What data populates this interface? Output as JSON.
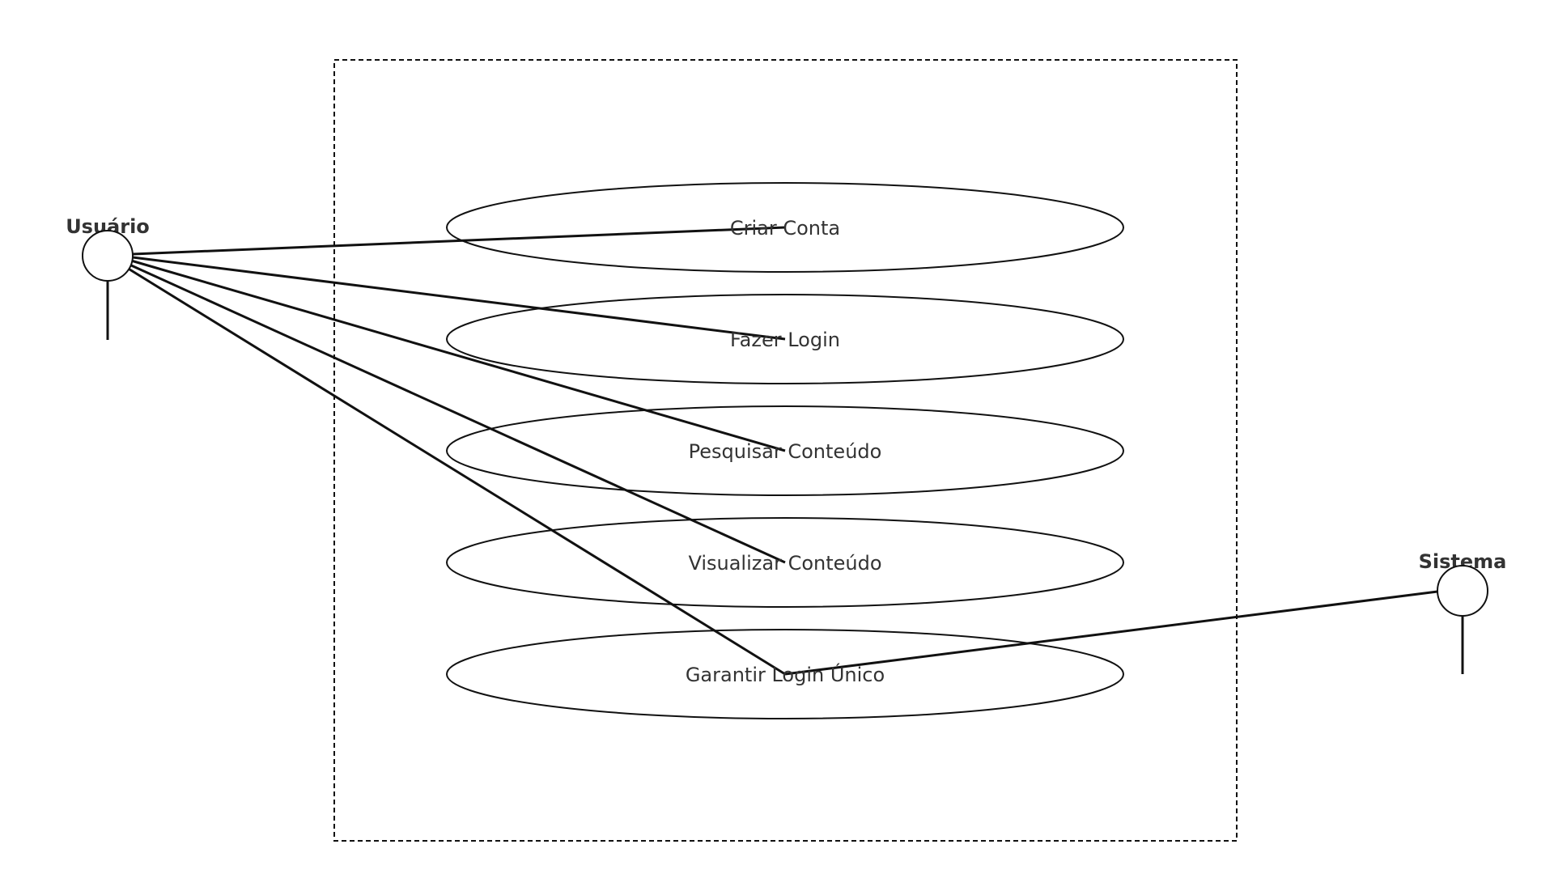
{
  "diagram": {
    "actors": {
      "usuario": {
        "label": "Usuário"
      },
      "sistema": {
        "label": "Sistema"
      }
    },
    "use_cases": [
      {
        "id": "criar-conta",
        "label": "Criar Conta"
      },
      {
        "id": "fazer-login",
        "label": "Fazer Login"
      },
      {
        "id": "pesquisar-conteudo",
        "label": "Pesquisar Conteúdo"
      },
      {
        "id": "visualizar-conteudo",
        "label": "Visualizar Conteúdo"
      },
      {
        "id": "garantir-login-unico",
        "label": "Garantir Login Único"
      }
    ],
    "associations": [
      {
        "from": "usuario",
        "to": "criar-conta"
      },
      {
        "from": "usuario",
        "to": "fazer-login"
      },
      {
        "from": "usuario",
        "to": "pesquisar-conteudo"
      },
      {
        "from": "usuario",
        "to": "visualizar-conteudo"
      },
      {
        "from": "usuario",
        "to": "garantir-login-unico"
      },
      {
        "from": "sistema",
        "to": "garantir-login-unico"
      }
    ]
  }
}
